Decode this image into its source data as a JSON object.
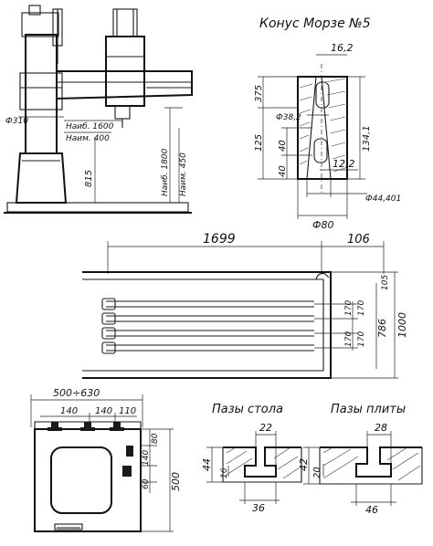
{
  "titles": {
    "morse_taper": "Конус Морзе №5",
    "table_slots": "Пазы стола",
    "plate_slots": "Пазы плиты"
  },
  "machine": {
    "d_column": "Ф310",
    "reach_max": "Наиб. 1600",
    "reach_min": "Наим. 400",
    "h_815": "815",
    "h_max": "Наиб. 1800",
    "h_min": "Наим. 450"
  },
  "taper": {
    "d_top": "16,2",
    "d_382": "Ф38,2",
    "v_375": "375",
    "v_125": "125",
    "v_40a": "40",
    "v_40b": "40",
    "v_1341": "134,1",
    "d_122": "12,2",
    "d_4440": "Ф44,401",
    "d_80": "Ф80"
  },
  "plate": {
    "len_1699": "1699",
    "len_106": "106",
    "w_105": "105",
    "w_1000": "1000",
    "w_786": "786",
    "pitch_a": "170",
    "pitch_b": "170",
    "pitch_c": "170",
    "pitch_d": "170"
  },
  "table": {
    "w_range": "500÷630",
    "s140a": "140",
    "s140b": "140",
    "s110": "110",
    "h80": "80",
    "h140": "140",
    "h60": "60",
    "h500": "500"
  },
  "slot_table": {
    "w22": "22",
    "h44": "44",
    "h16": "16",
    "w36": "36"
  },
  "slot_plate": {
    "w28": "28",
    "h42": "42",
    "h20": "20",
    "w46": "46"
  }
}
